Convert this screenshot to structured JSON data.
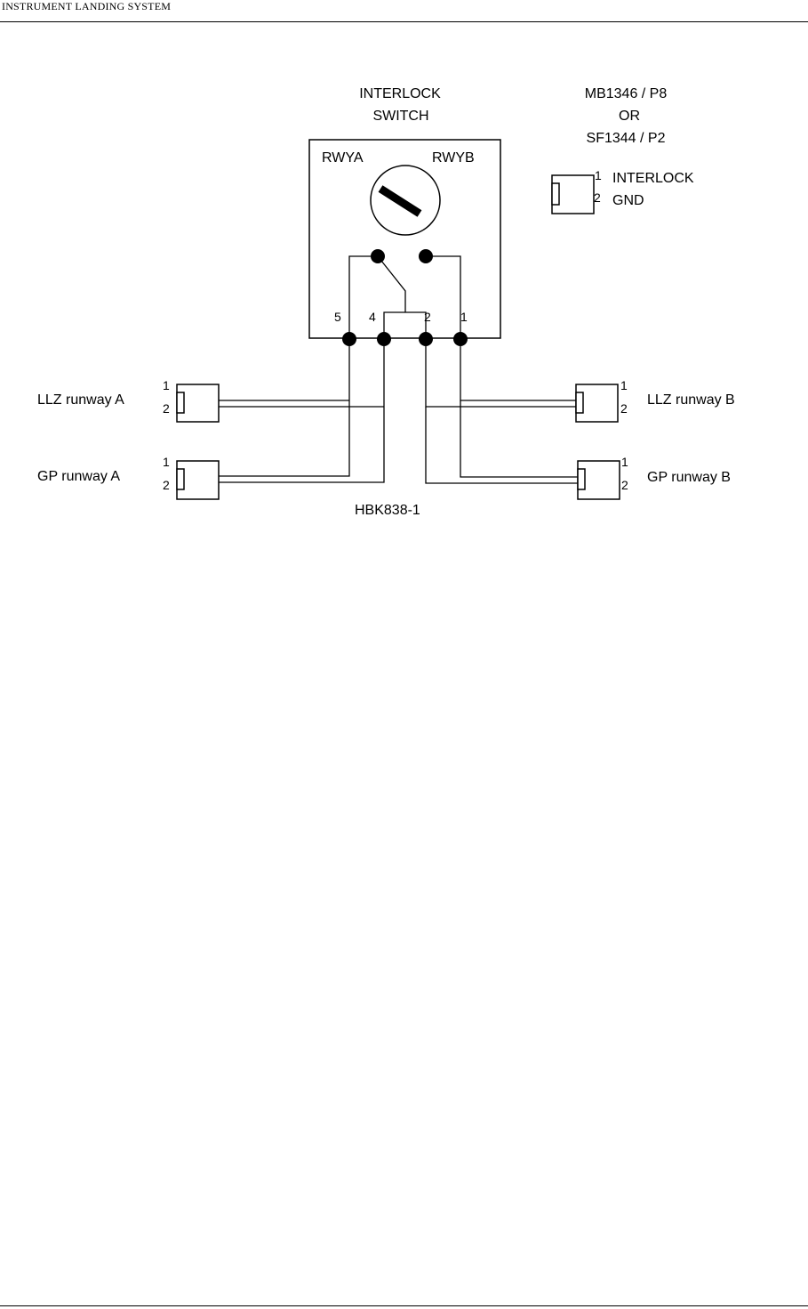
{
  "header": {
    "title": "INSTRUMENT LANDING SYSTEM"
  },
  "diagram": {
    "switch_title_line1": "INTERLOCK",
    "switch_title_line2": "SWITCH",
    "switch_label_left": "RWYA",
    "switch_label_right": "RWYB",
    "switch_pins": [
      "5",
      "4",
      "2",
      "1"
    ],
    "connector_title_line1": "MB1346 / P8",
    "connector_title_line2": "OR",
    "connector_title_line3": "SF1344 / P2",
    "connector_pins": [
      {
        "pin": "1",
        "signal": "INTERLOCK"
      },
      {
        "pin": "2",
        "signal": "GND"
      }
    ],
    "plugs": [
      {
        "label": "LLZ runway A",
        "pin1": "1",
        "pin2": "2"
      },
      {
        "label": "GP runway A",
        "pin1": "1",
        "pin2": "2"
      },
      {
        "label": "LLZ runway B",
        "pin1": "1",
        "pin2": "2"
      },
      {
        "label": "GP runway B",
        "pin1": "1",
        "pin2": "2"
      }
    ],
    "part_number": "HBK838-1"
  }
}
